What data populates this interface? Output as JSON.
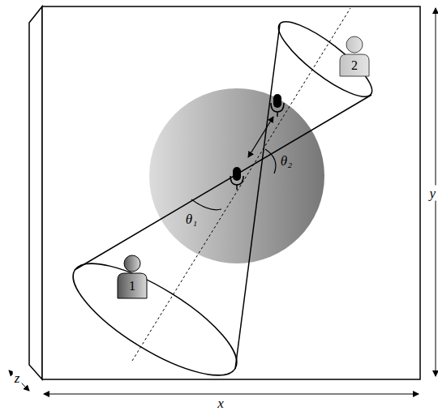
{
  "diagram": {
    "nodes": [
      {
        "text": [
          "1"
        ]
      },
      {
        "text": [
          "2"
        ]
      }
    ],
    "labels": [
      "θ₁",
      "θ₂",
      "x",
      "y",
      "z"
    ]
  }
}
